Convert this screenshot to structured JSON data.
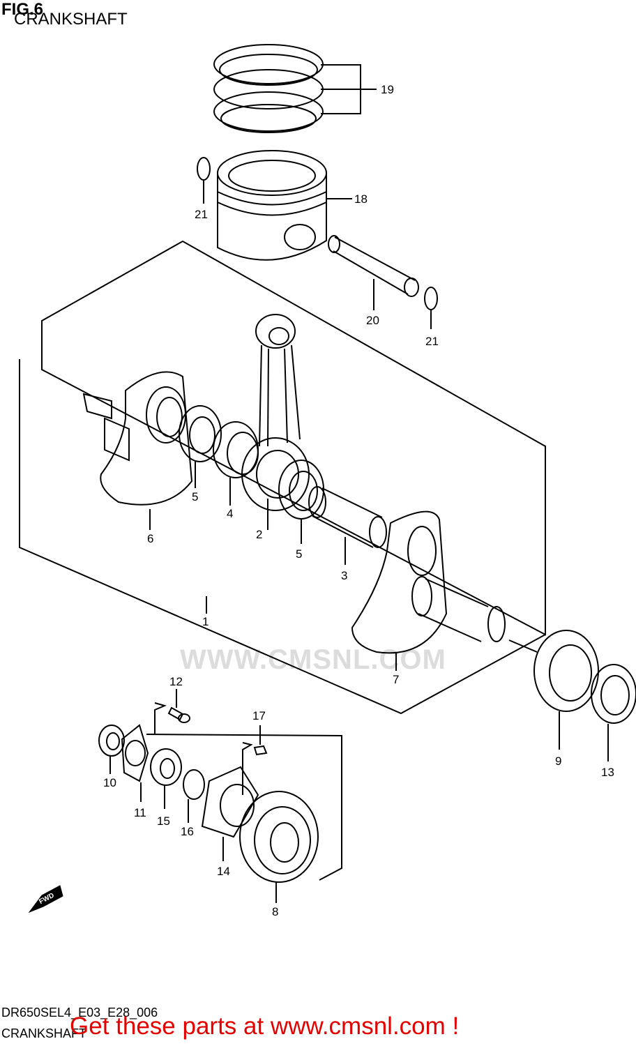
{
  "header": {
    "fig": "FIG.6",
    "title": "CRANKSHAFT"
  },
  "watermark": "WWW.CMSNL.COM",
  "callouts": [
    "1",
    "2",
    "3",
    "4",
    "5",
    "5",
    "6",
    "7",
    "8",
    "9",
    "10",
    "11",
    "12",
    "13",
    "14",
    "15",
    "16",
    "17",
    "18",
    "19",
    "20",
    "21",
    "21"
  ],
  "fwd_label": "FWD",
  "footer": {
    "code": "DR650SEL4_E03_E28_006",
    "name": "CRANKSHAFT",
    "promo": "Get these parts at www.cmsnl.com !"
  }
}
